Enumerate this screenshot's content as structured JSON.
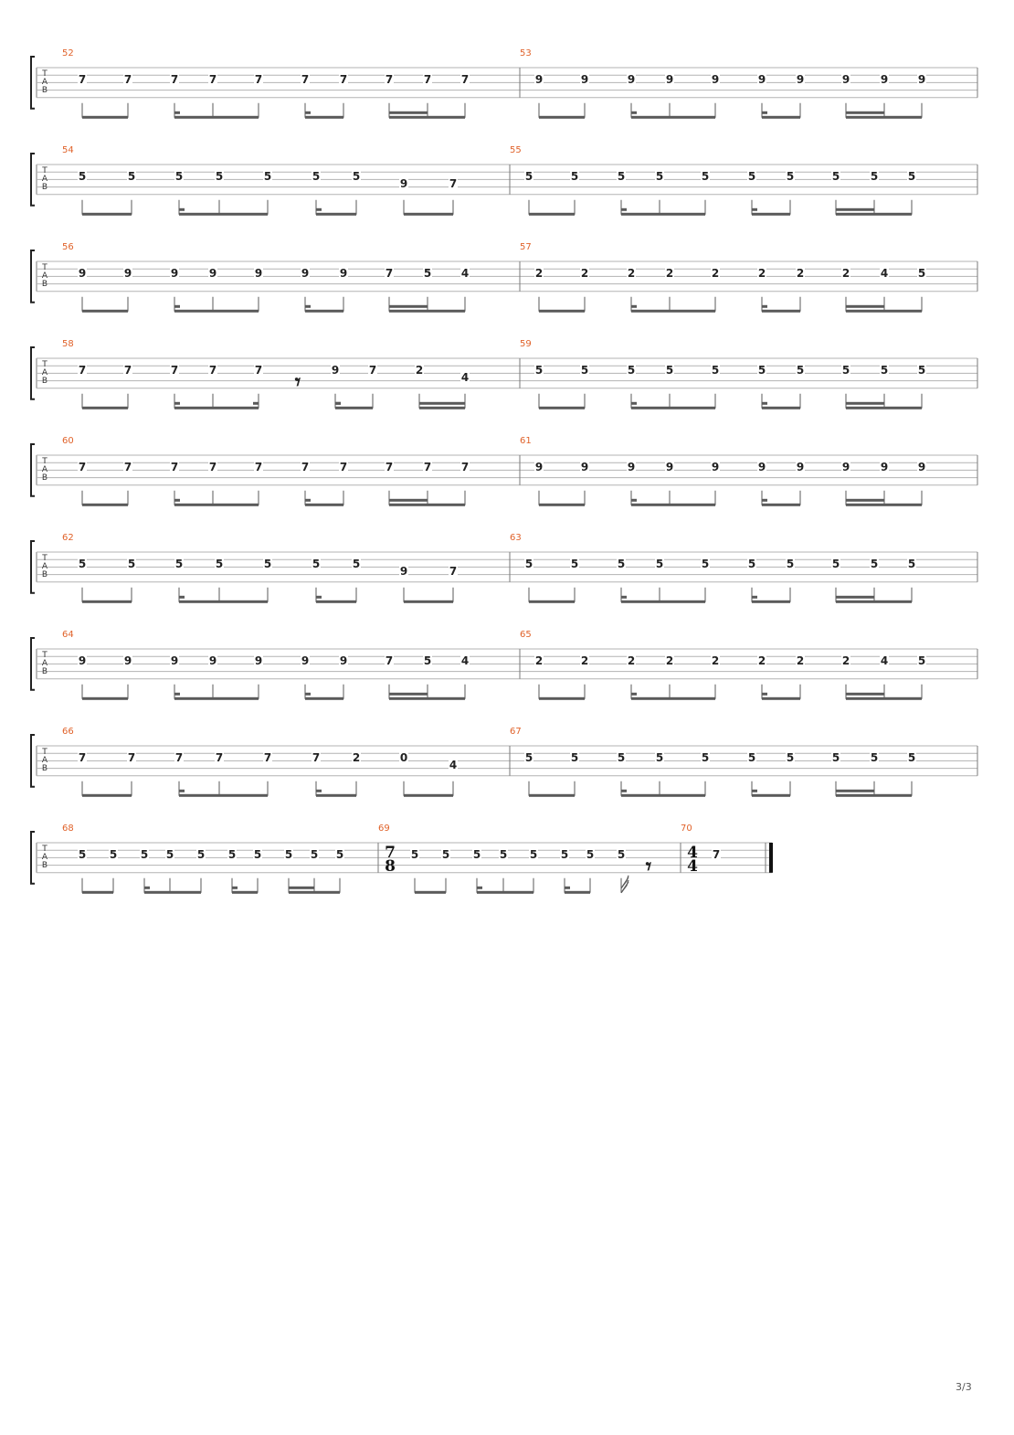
{
  "page_number": "3/3",
  "clef_letters": [
    "T",
    "A",
    "B"
  ],
  "systems": [
    {
      "measures": [
        {
          "number": "52",
          "frets": [
            "7",
            "7",
            "7",
            "7",
            "7",
            "7",
            "7",
            "7",
            "7",
            "7"
          ]
        },
        {
          "number": "53",
          "frets": [
            "9",
            "9",
            "9",
            "9",
            "9",
            "9",
            "9",
            "9",
            "9",
            "9"
          ]
        }
      ]
    },
    {
      "measures": [
        {
          "number": "54",
          "frets": [
            "5",
            "5",
            "5",
            "5",
            "5",
            "5",
            "5",
            "9",
            "7"
          ],
          "variant": "nine"
        },
        {
          "number": "55",
          "frets": [
            "5",
            "5",
            "5",
            "5",
            "5",
            "5",
            "5",
            "5",
            "5",
            "5"
          ]
        }
      ]
    },
    {
      "measures": [
        {
          "number": "56",
          "frets": [
            "9",
            "9",
            "9",
            "9",
            "9",
            "9",
            "9",
            "7",
            "5",
            "4"
          ]
        },
        {
          "number": "57",
          "frets": [
            "2",
            "2",
            "2",
            "2",
            "2",
            "2",
            "2",
            "2",
            "4",
            "5"
          ]
        }
      ]
    },
    {
      "measures": [
        {
          "number": "58",
          "frets": [
            "7",
            "7",
            "7",
            "7",
            "7",
            "9",
            "7",
            "2",
            "4"
          ],
          "variant": "rest"
        },
        {
          "number": "59",
          "frets": [
            "5",
            "5",
            "5",
            "5",
            "5",
            "5",
            "5",
            "5",
            "5",
            "5"
          ]
        }
      ]
    },
    {
      "measures": [
        {
          "number": "60",
          "frets": [
            "7",
            "7",
            "7",
            "7",
            "7",
            "7",
            "7",
            "7",
            "7",
            "7"
          ]
        },
        {
          "number": "61",
          "frets": [
            "9",
            "9",
            "9",
            "9",
            "9",
            "9",
            "9",
            "9",
            "9",
            "9"
          ]
        }
      ]
    },
    {
      "measures": [
        {
          "number": "62",
          "frets": [
            "5",
            "5",
            "5",
            "5",
            "5",
            "5",
            "5",
            "9",
            "7"
          ],
          "variant": "nine"
        },
        {
          "number": "63",
          "frets": [
            "5",
            "5",
            "5",
            "5",
            "5",
            "5",
            "5",
            "5",
            "5",
            "5"
          ]
        }
      ]
    },
    {
      "measures": [
        {
          "number": "64",
          "frets": [
            "9",
            "9",
            "9",
            "9",
            "9",
            "9",
            "9",
            "7",
            "5",
            "4"
          ]
        },
        {
          "number": "65",
          "frets": [
            "2",
            "2",
            "2",
            "2",
            "2",
            "2",
            "2",
            "2",
            "4",
            "5"
          ]
        }
      ]
    },
    {
      "measures": [
        {
          "number": "66",
          "frets": [
            "7",
            "7",
            "7",
            "7",
            "7",
            "7",
            "2",
            "0",
            "4"
          ],
          "variant": "nine"
        },
        {
          "number": "67",
          "frets": [
            "5",
            "5",
            "5",
            "5",
            "5",
            "5",
            "5",
            "5",
            "5",
            "5"
          ]
        }
      ]
    },
    {
      "measures": [
        {
          "number": "68",
          "frets": [
            "5",
            "5",
            "5",
            "5",
            "5",
            "5",
            "5",
            "5",
            "5",
            "5"
          ]
        },
        {
          "number": "69",
          "frets": [
            "5",
            "5",
            "5",
            "5",
            "5",
            "5",
            "5",
            "5"
          ],
          "time_signature": [
            "7",
            "8"
          ],
          "variant": "seven-eight"
        },
        {
          "number": "70",
          "frets": [
            "7"
          ],
          "time_signature": [
            "4",
            "4"
          ],
          "variant": "final"
        }
      ]
    }
  ]
}
